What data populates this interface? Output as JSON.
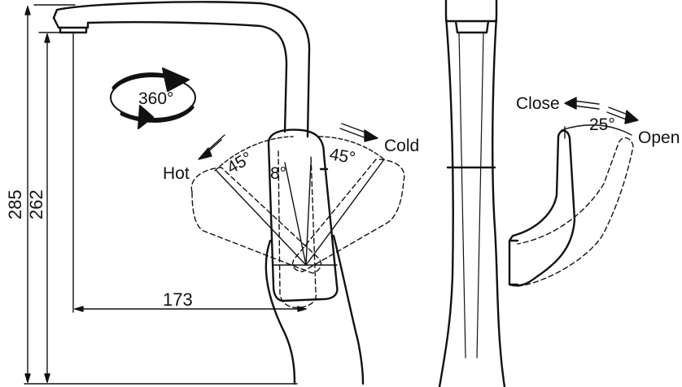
{
  "dimensions": {
    "total_height": "285",
    "spout_height": "262",
    "spout_reach": "173"
  },
  "angles": {
    "rotation": "360°",
    "hot": "45°",
    "cold": "45°",
    "center": "8°",
    "open": "25°"
  },
  "labels": {
    "hot": "Hot",
    "cold": "Cold",
    "close": "Close",
    "open": "Open"
  },
  "colors": {
    "line": "#111111",
    "background": "#ffffff"
  }
}
